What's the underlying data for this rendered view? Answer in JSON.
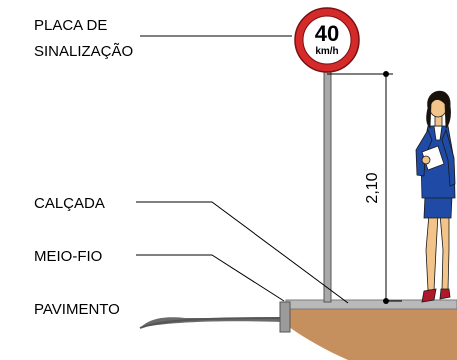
{
  "labels": {
    "sign_line1": "PLACA DE",
    "sign_line2": "SINALIZAÇÃO",
    "sidewalk": "CALÇADA",
    "curb": "MEIO-FIO",
    "pavement": "PAVIMENTO",
    "height": "2,10"
  },
  "sign": {
    "speed": "40",
    "unit": "km/h"
  },
  "colors": {
    "sign_border": "#d42a2a",
    "pole": "#a9a9a9",
    "ground": "#c68f5e",
    "sidewalk": "#b9b9b9",
    "suit": "#1f4aa6",
    "skin": "#f2c48a",
    "hair": "#1a1108",
    "shoes": "#b0182b",
    "line": "#000000"
  }
}
